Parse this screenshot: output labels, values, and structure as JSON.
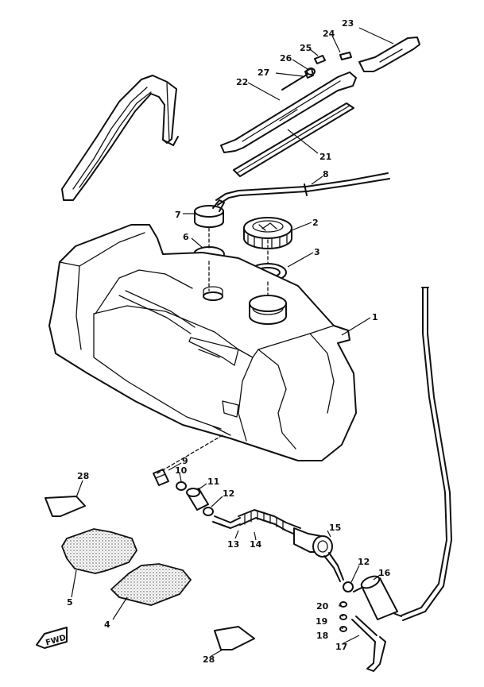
{
  "diagram": {
    "callouts": {
      "c1": "1",
      "c2": "2",
      "c3": "3",
      "c4": "4",
      "c5": "5",
      "c6": "6",
      "c7": "7",
      "c8": "8",
      "c9": "9",
      "c10": "10",
      "c11": "11",
      "c12a": "12",
      "c12b": "12",
      "c13": "13",
      "c14": "14",
      "c15": "15",
      "c16": "16",
      "c17": "17",
      "c18": "18",
      "c19": "19",
      "c20": "20",
      "c21": "21",
      "c22": "22",
      "c23": "23",
      "c24": "24",
      "c25": "25",
      "c26": "26",
      "c27": "27",
      "c28a": "28",
      "c28b": "28"
    },
    "fwd_label": "FWD"
  }
}
